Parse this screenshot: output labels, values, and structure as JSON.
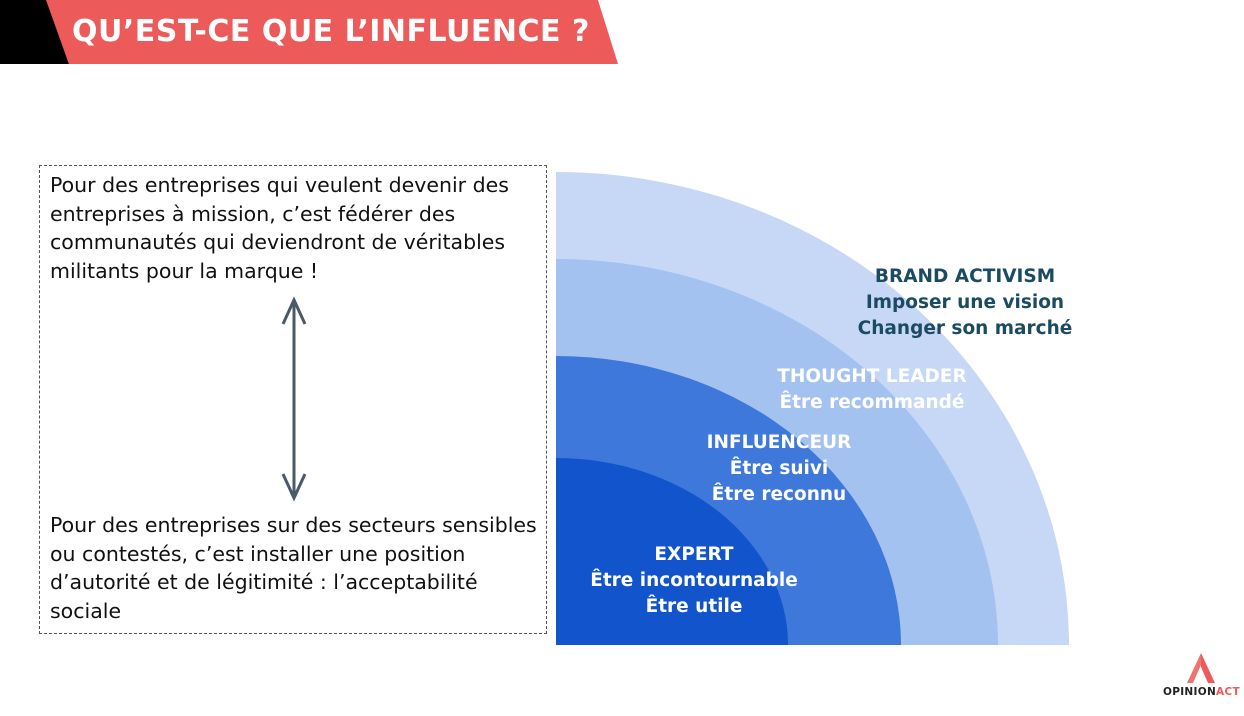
{
  "header": {
    "title": "QU’EST-CE QUE L’INFLUENCE ?"
  },
  "text_box": {
    "top_paragraph": "Pour des entreprises qui veulent devenir des entreprises à mission, c’est fédérer des communautés qui deviendront de véritables militants pour la marque !",
    "bottom_paragraph": "Pour des entreprises sur des secteurs sensibles ou contestés, c’est installer une position d’autorité et de légitimité : l’acceptabilité sociale"
  },
  "levels": [
    {
      "title": "BRAND ACTIVISM",
      "lines": [
        "Imposer une vision",
        "Changer son marché"
      ],
      "color": "#c6d8f6"
    },
    {
      "title": "THOUGHT LEADER",
      "lines": [
        "Être recommandé"
      ],
      "color": "#a4c2f0"
    },
    {
      "title": "INFLUENCEUR",
      "lines": [
        "Être suivi",
        "Être reconnu"
      ],
      "color": "#3d78da"
    },
    {
      "title": "EXPERT",
      "lines": [
        "Être incontournable",
        "Être utile"
      ],
      "color": "#1254cc"
    }
  ],
  "colors": {
    "header_red": "#ec5a5a",
    "header_black": "#000000",
    "arrow": "#4b5869",
    "brand_text": "#1b4b63"
  },
  "logo": {
    "text_main": "OPINION",
    "text_accent": "ACT"
  }
}
